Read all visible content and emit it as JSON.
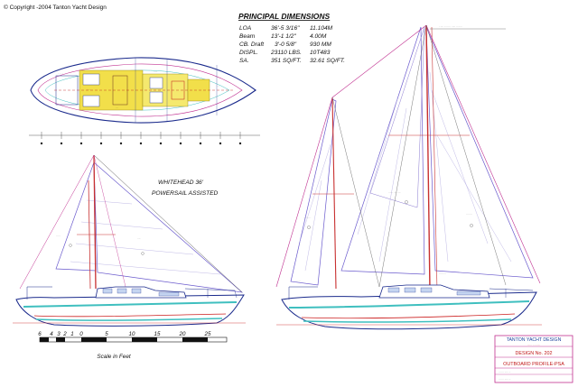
{
  "copyright": "© Copyright -2004 Tanton Yacht Design",
  "principal": {
    "heading": "PRINCIPAL DIMENSIONS",
    "rows": [
      {
        "label": "LOA",
        "imperial": "36'-5 3/16\"",
        "metric": "11.104M"
      },
      {
        "label": "Beam",
        "imperial": "13'-1 1/2\"",
        "metric": "4.00M"
      },
      {
        "label": "CB. Draft",
        "imperial": "3'-0 5/8\"",
        "metric": "930 MM"
      },
      {
        "label": "DISPL.",
        "imperial": "23110 LBS.",
        "metric": "10T483"
      },
      {
        "label": "SA.",
        "imperial": "351 SQ/FT.",
        "metric": "32.61 SQ/FT."
      }
    ]
  },
  "boat": {
    "name": "WHITEHEAD 36'",
    "subtitle": "POWERSAIL ASSISTED"
  },
  "scale": {
    "ticks": [
      "6",
      "4",
      "3",
      "2",
      "1",
      "0",
      "5",
      "10",
      "15",
      "20",
      "25"
    ],
    "label": "Scale in Feet"
  },
  "titleblock": {
    "company": "TANTON YACHT DESIGN",
    "design_no": "DESIGN No. 202",
    "sheet_title": "OUTBOARD PROFILE-PSA"
  },
  "colors": {
    "hull_outline": "#1a2a8c",
    "waterline": "#cc2020",
    "boot_stripe": "#3fbfbf",
    "mast": "#c83030",
    "rigging": "#c03090",
    "sail": "#6a5acd",
    "deck_interior": "#f2df4a"
  }
}
